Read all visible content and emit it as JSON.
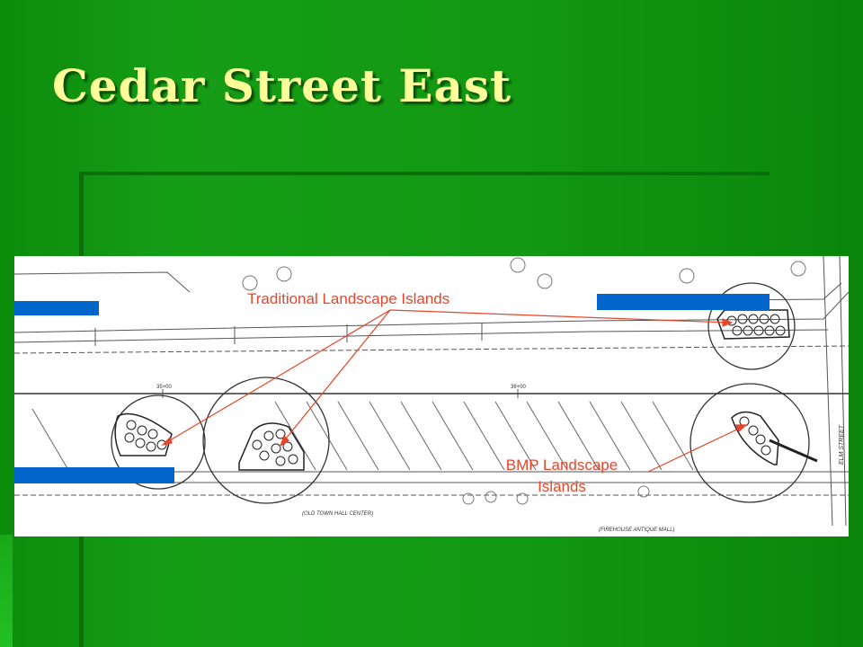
{
  "slide": {
    "title": "Cedar Street East"
  },
  "callouts": {
    "traditional": "Traditional Landscape Islands",
    "bmp_line1": "BMP Landscape",
    "bmp_line2": "Islands"
  },
  "plan_labels": {
    "station_left": "35+00",
    "station_mid": "36+00",
    "old_town_hall": "(OLD TOWN HALL CENTER)",
    "firehouse": "(FIREHOUSE ANTIQUE MALL)",
    "elm_street": "ELM STREET"
  },
  "colors": {
    "background": "#129812",
    "title": "#ffff99",
    "callout": "#e8452a",
    "blue_bar": "#0066cc"
  }
}
